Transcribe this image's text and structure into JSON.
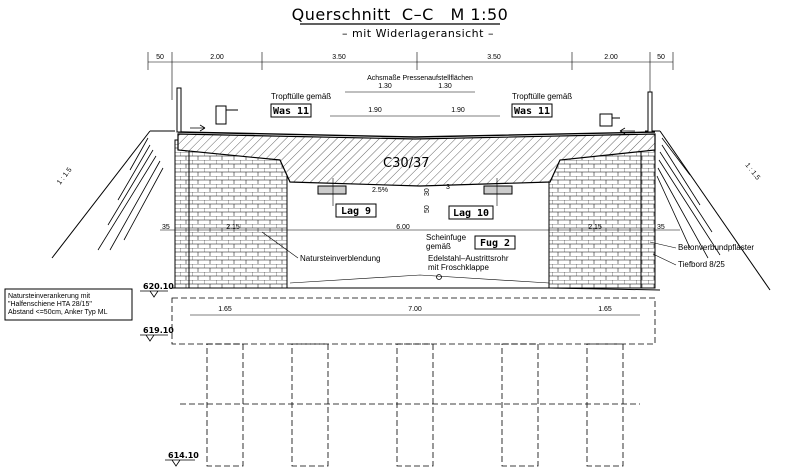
{
  "title": "Querschnitt  C–C   M 1:50",
  "subtitle": "– mit Widerlageransicht –",
  "top_dimensions": [
    "50",
    "2.00",
    "3.50",
    "3.50",
    "2.00",
    "50"
  ],
  "axis_label": "Achsmaße Pressenaufstellflächen",
  "axis_dims": [
    "1.30",
    "1.30"
  ],
  "bearing_dims": [
    "1.90",
    "1.90"
  ],
  "drip_left": "Tropftülle gemäß",
  "drip_right": "Tropftülle gemäß",
  "was_left": "Was 11",
  "was_right": "Was 11",
  "concrete_grade": "C30/37",
  "slope": "2.5%",
  "slope_left": "1 : 1.5",
  "slope_right": "1 : 1.5",
  "dim_30": "30",
  "dim_50": "50",
  "dim_3": "3",
  "lag_left": "Lag 9",
  "lag_right": "Lag 10",
  "dim_35_left": "35",
  "dim_35_right": "35",
  "span_dim": "6.00",
  "abut_dim_left": "2.15",
  "abut_dim_right": "2.15",
  "joint_text_1": "Scheinfuge",
  "joint_text_2": "gemäß",
  "fug": "Fug 2",
  "outlet_1": "Edelstahl–Austrittsrohr",
  "outlet_2": "mit Froschklappe",
  "stone_facing": "Natursteinverblendung",
  "paver": "Betonverbundpflaster",
  "curb": "Tiefbord 8/25",
  "anchor_note": [
    "Natursteinverankerung mit",
    "\"Halfenschiene HTA 28/15\"",
    "Abstand <=50cm, Anker Typ ML"
  ],
  "level_1": "620.10",
  "level_2": "619.10",
  "level_3": "614.10",
  "found_dims": [
    "1.65",
    "7.00",
    "1.65"
  ]
}
